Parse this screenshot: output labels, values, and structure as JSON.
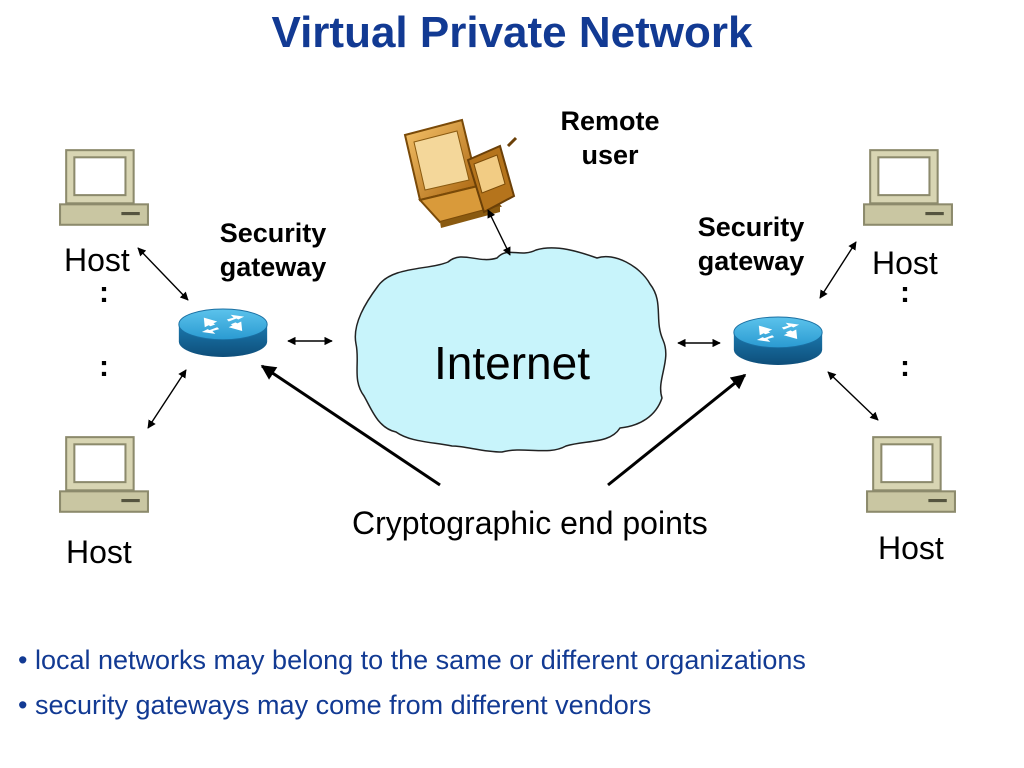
{
  "title": "Virtual Private Network",
  "labels": {
    "remote_user": "Remote user",
    "security_gateway_left": "Security gateway",
    "security_gateway_right": "Security gateway",
    "host_top_left": "Host",
    "host_bottom_left": "Host",
    "host_top_right": "Host",
    "host_bottom_right": "Host",
    "internet": "Internet",
    "crypto_endpoints": "Cryptographic end points",
    "dots": ":"
  },
  "bullets": [
    "local networks may belong to the same or different organizations",
    "security gateways may come from different vendors"
  ],
  "bullet_char": "•",
  "colors": {
    "title": "#123a93",
    "bullets": "#123a93",
    "cloud_fill": "#c8f4fb",
    "router_blue": "#1a7fb8",
    "computer_beige": "#d6d3b0",
    "laptop_orange": "#c8841e"
  },
  "icons": [
    "computer-icon",
    "router-icon",
    "laptop-icon",
    "pda-icon",
    "cloud-icon"
  ]
}
